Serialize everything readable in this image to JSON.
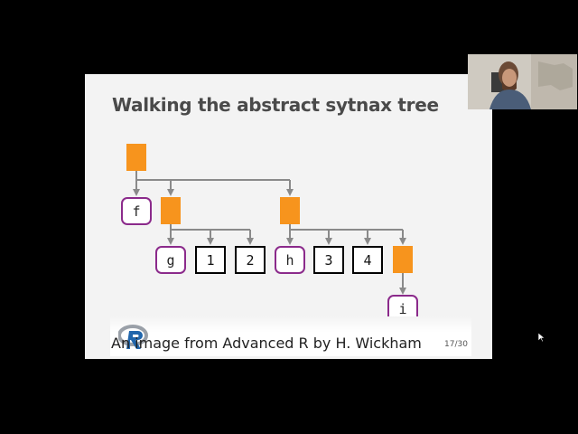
{
  "slide": {
    "title": "Walking the abstract sytnax tree",
    "caption": "An image from Advanced R by H. Wickham",
    "page_number": "17/30"
  },
  "tree": {
    "leaves": [
      "f",
      "g",
      "1",
      "2",
      "h",
      "3",
      "4",
      "i"
    ]
  },
  "colors": {
    "call_node": "#f7941d",
    "symbol_border": "#8b2a8b",
    "constant_border": "#000000",
    "edge": "#8a8a8a"
  },
  "icons": [
    "r-logo-icon",
    "mouse-cursor-icon",
    "webcam-video"
  ]
}
